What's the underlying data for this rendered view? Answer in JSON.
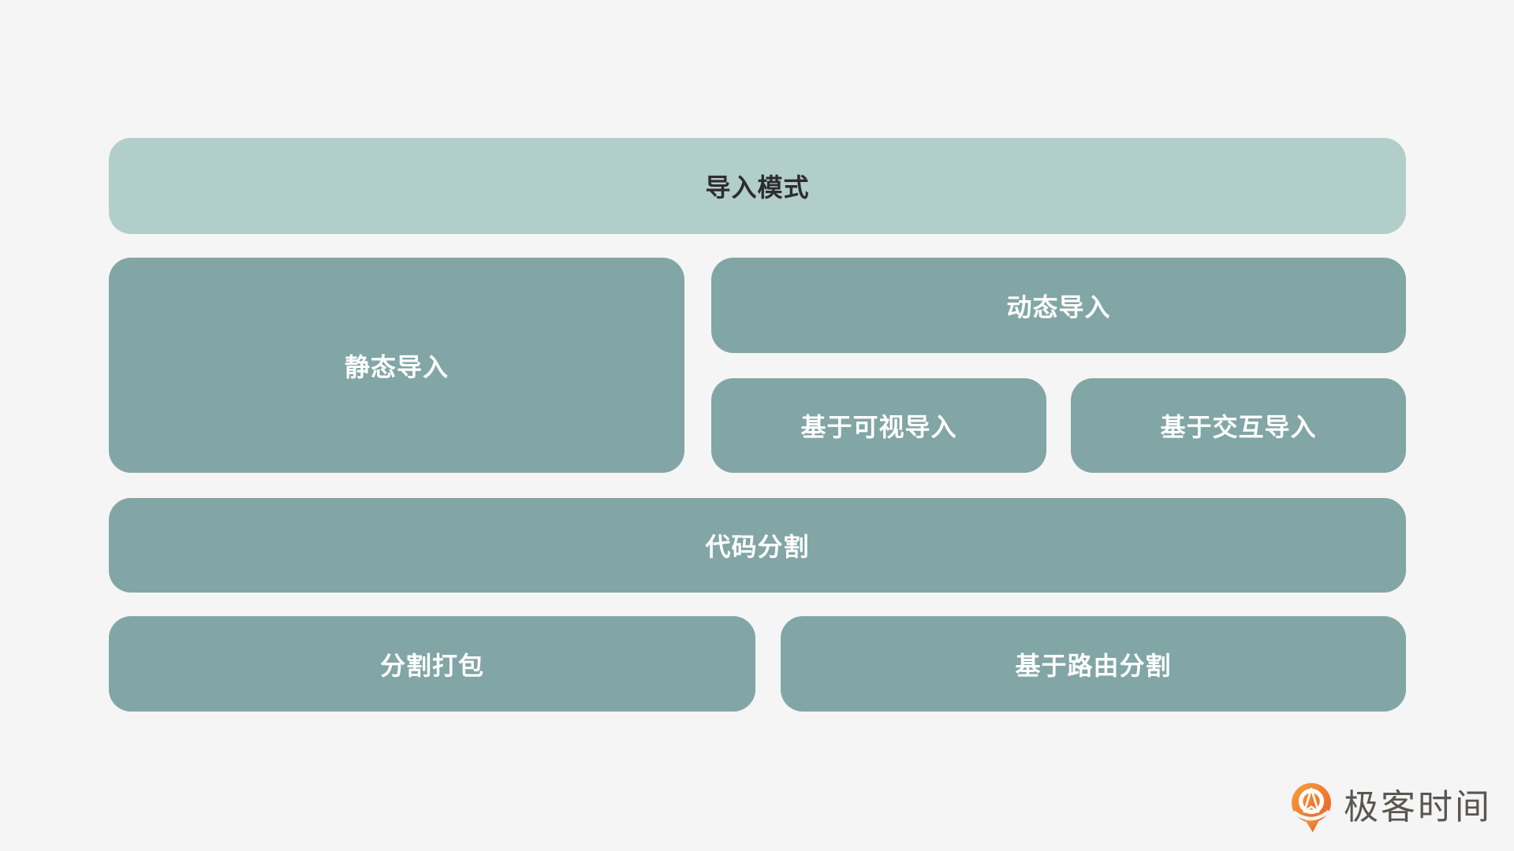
{
  "colors": {
    "page_bg": "#f4f5f4",
    "box_light": "#b2cecb",
    "box_dark": "#82a5a5",
    "title_text": "#2d2d2d",
    "box_text": "#ffffff",
    "logo_text_color": "#595650",
    "logo_orange_start": "#f7a13b",
    "logo_orange_end": "#e8602a"
  },
  "diagram": {
    "title_box": {
      "label": "导入模式"
    },
    "static_import": {
      "label": "静态导入"
    },
    "dynamic_import": {
      "label": "动态导入"
    },
    "visibility_import": {
      "label": "基于可视导入"
    },
    "interaction_import": {
      "label": "基于交互导入"
    },
    "code_splitting": {
      "label": "代码分割"
    },
    "split_bundling": {
      "label": "分割打包"
    },
    "route_splitting": {
      "label": "基于路由分割"
    }
  },
  "logo": {
    "brand_name": "极客时间",
    "icon": "geektime-pin-icon"
  }
}
